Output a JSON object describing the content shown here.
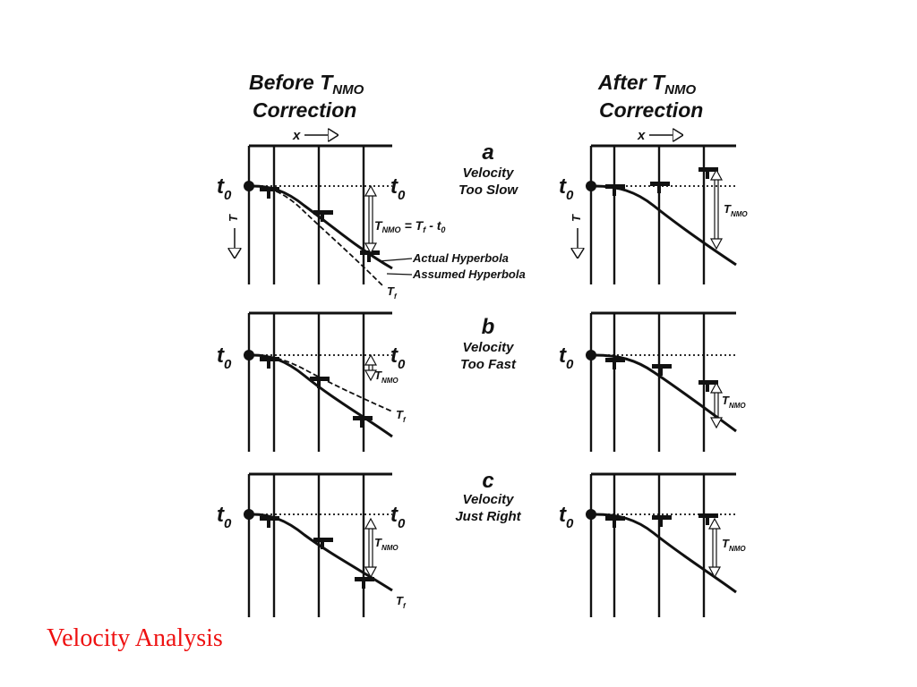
{
  "headers": {
    "before_main": "Before T",
    "before_sub": "NMO",
    "before_line2": "Correction",
    "after_main": "After T",
    "after_sub": "NMO",
    "after_line2": "Correction",
    "x_axis": "x",
    "t_axis": "T"
  },
  "symbols": {
    "t0_main": "t",
    "t0_sub": "0",
    "tf_main": "T",
    "tf_sub": "f",
    "tnmo_main": "T",
    "tnmo_sub": "NMO"
  },
  "cases": [
    {
      "letter": "a",
      "line1": "Velocity",
      "line2": "Too Slow"
    },
    {
      "letter": "b",
      "line1": "Velocity",
      "line2": "Too Fast"
    },
    {
      "letter": "c",
      "line1": "Velocity",
      "line2": "Just Right"
    }
  ],
  "annotations": {
    "equation_rest": "= T",
    "equation_sub": "f",
    "equation_tail": "- t",
    "equation_tail_sub": "0",
    "actual": "Actual Hyperbola",
    "assumed": "Assumed Hyperbola"
  },
  "slide_title": "Velocity Analysis",
  "colors": {
    "title": "#ee1111",
    "ink": "#111111"
  }
}
